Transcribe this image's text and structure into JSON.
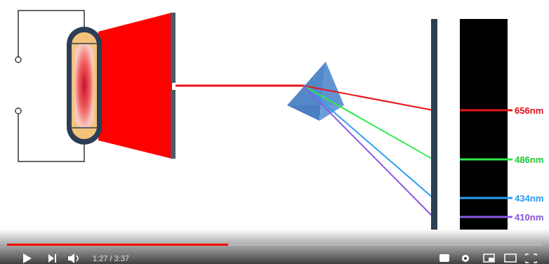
{
  "diagram": {
    "labels": [
      "656nm",
      "486nm",
      "434nm",
      "410nm",
      "1:27 / 3:37"
    ]
  }
}
